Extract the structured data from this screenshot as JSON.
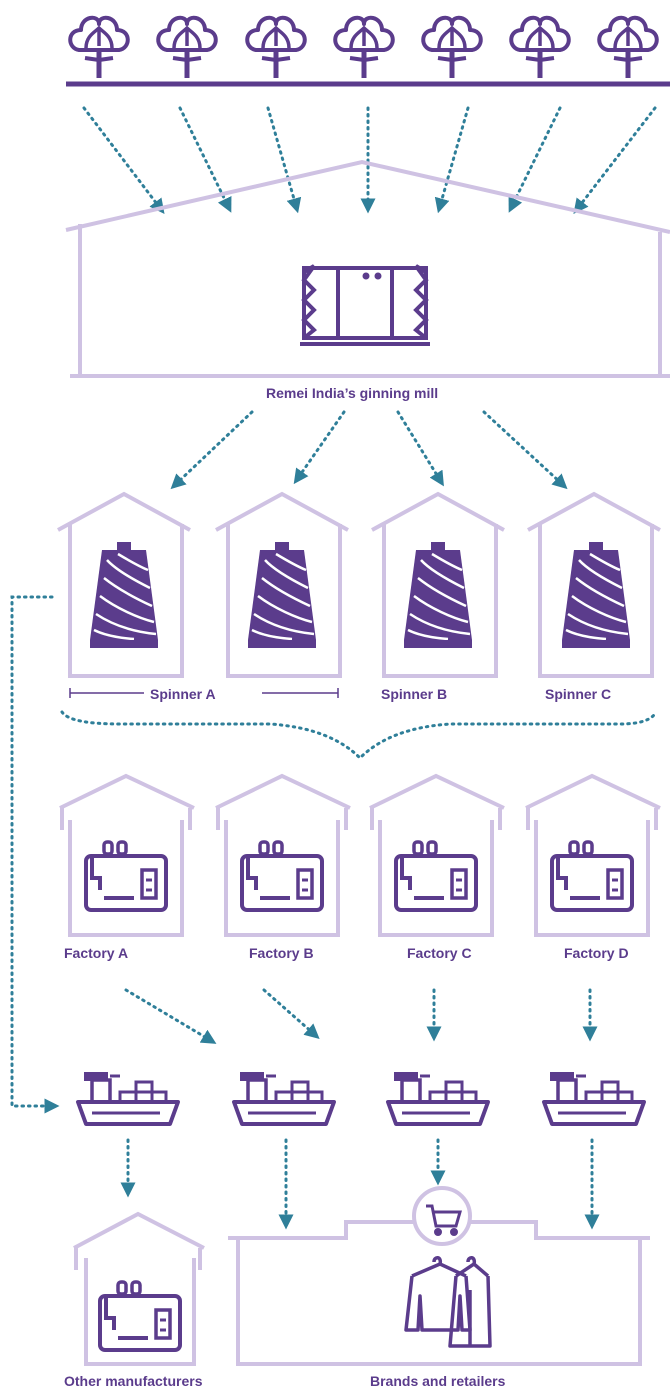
{
  "colors": {
    "purple_dark": "#5b3c8c",
    "purple_light": "#cfc2e3",
    "teal_arrow": "#2f7f99"
  },
  "labels": {
    "ginning_mill": "Remei India’s ginning mill",
    "spinner_a": "Spinner A",
    "spinner_b": "Spinner B",
    "spinner_c": "Spinner C",
    "factory_a": "Factory A",
    "factory_b": "Factory B",
    "factory_c": "Factory C",
    "factory_d": "Factory D",
    "other_manufacturers": "Other manufacturers",
    "brands_retailers": "Brands and retailers"
  },
  "icons": {
    "cotton": "cotton-plant-icon",
    "bale": "cotton-bale-icon",
    "spool": "yarn-spool-icon",
    "sewing": "sewing-machine-icon",
    "ship": "cargo-ship-icon",
    "cart": "shopping-cart-icon",
    "clothes": "clothes-on-hangers-icon"
  }
}
